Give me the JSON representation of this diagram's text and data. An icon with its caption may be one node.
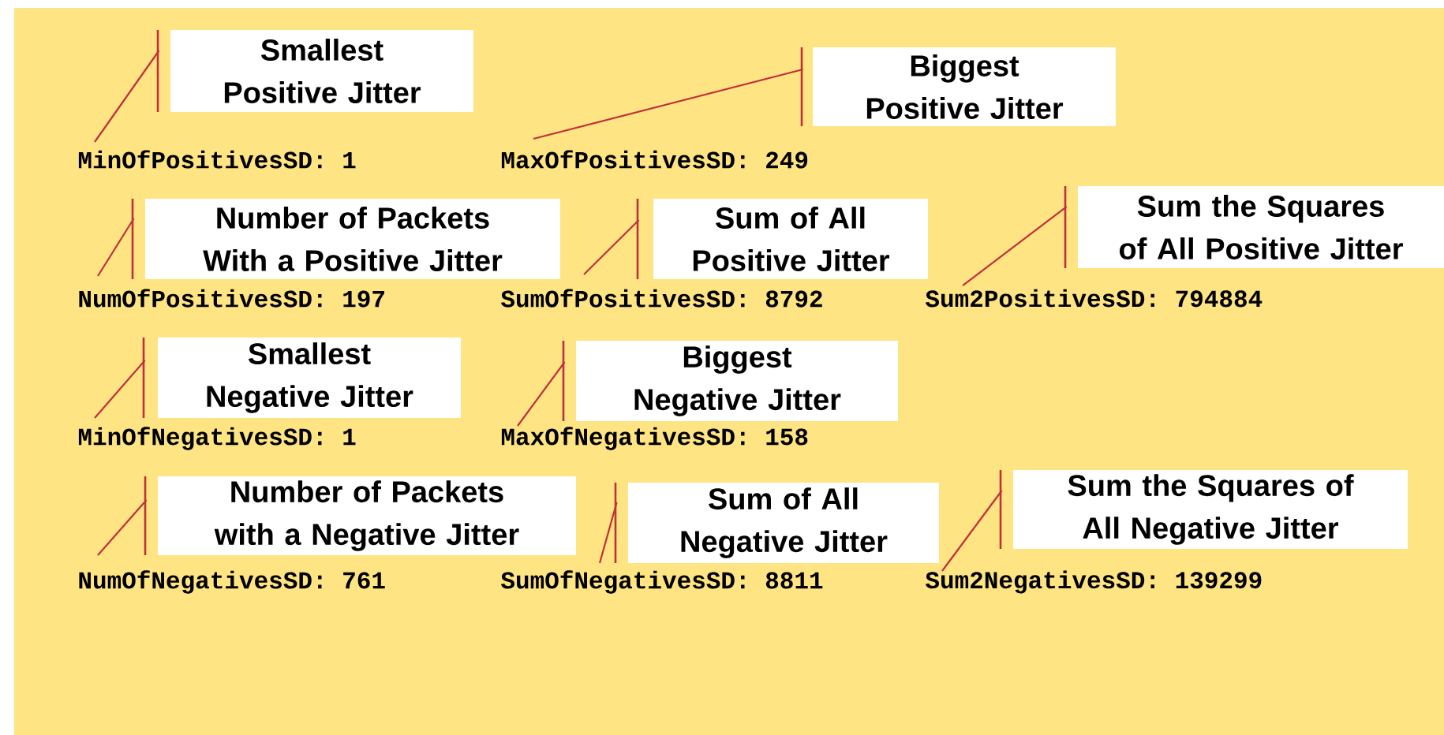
{
  "diagram": {
    "nodes": [
      {
        "text": [
          "Smallest Positive Jitter"
        ]
      },
      {
        "text": [
          "MinOfPositivesSD: 1"
        ]
      },
      {
        "text": [
          "Biggest Positive Jitter"
        ]
      },
      {
        "text": [
          "MaxOfPositivesSD: 249"
        ]
      },
      {
        "text": [
          "Number of Packets With a Positive Jitter"
        ]
      },
      {
        "text": [
          "NumOfPositivesSD: 197"
        ]
      },
      {
        "text": [
          "Sum of All Positive Jitter"
        ]
      },
      {
        "text": [
          "SumOfPositivesSD: 8792"
        ]
      },
      {
        "text": [
          "Sum the Squares of All Positive Jitter"
        ]
      },
      {
        "text": [
          "Sum2PositivesSD: 794884"
        ]
      },
      {
        "text": [
          "Smallest Negative Jitter"
        ]
      },
      {
        "text": [
          "MinOfNegativesSD: 1"
        ]
      },
      {
        "text": [
          "Biggest Negative Jitter"
        ]
      },
      {
        "text": [
          "MaxOfNegativesSD: 158"
        ]
      },
      {
        "text": [
          "Number of Packets with a Negative Jitter"
        ]
      },
      {
        "text": [
          "NumOfNegativesSD: 761"
        ]
      },
      {
        "text": [
          "Sum of All Negative Jitter"
        ]
      },
      {
        "text": [
          "SumOfNegativesSD: 8811"
        ]
      },
      {
        "text": [
          "Sum the Squares of All Negative Jitter"
        ]
      },
      {
        "text": [
          "Sum2NegativesSD: 139299"
        ]
      }
    ],
    "edges": [
      {
        "from": 0,
        "to": 1,
        "arrow": "none"
      },
      {
        "from": 2,
        "to": 3,
        "arrow": "none"
      },
      {
        "from": 4,
        "to": 5,
        "arrow": "none"
      },
      {
        "from": 6,
        "to": 7,
        "arrow": "none"
      },
      {
        "from": 8,
        "to": 9,
        "arrow": "none"
      },
      {
        "from": 10,
        "to": 11,
        "arrow": "none"
      },
      {
        "from": 12,
        "to": 13,
        "arrow": "none"
      },
      {
        "from": 14,
        "to": 15,
        "arrow": "none"
      },
      {
        "from": 16,
        "to": 17,
        "arrow": "none"
      },
      {
        "from": 18,
        "to": 19,
        "arrow": "none"
      }
    ]
  }
}
